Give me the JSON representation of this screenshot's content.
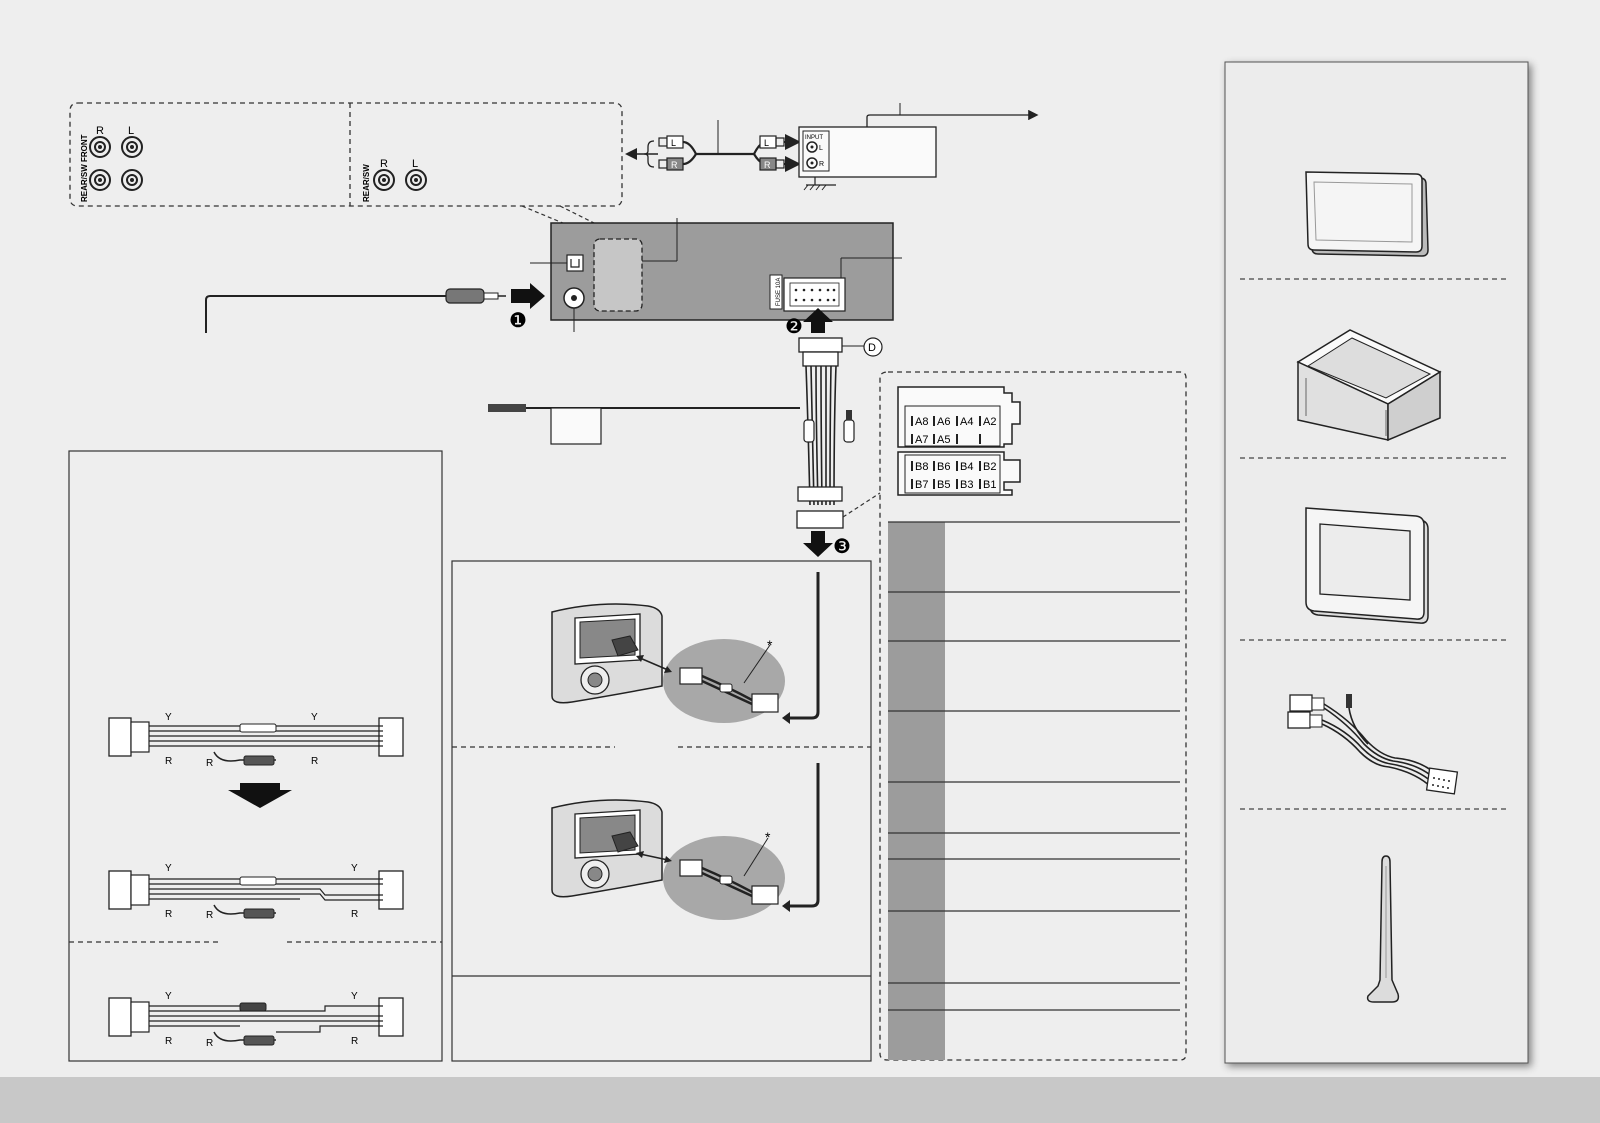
{
  "colors": {
    "background": "#eeeeee",
    "unit_fill": "#9c9c9c",
    "table_column": "#9c9c9c",
    "line": "#222222",
    "accessory_panel": "#ececec",
    "bottom_band": "#c8c8c8"
  },
  "rca_panel": {
    "left_label": "REAR/SW FRONT",
    "right_label": "REAR/SW",
    "r": "R",
    "l": "L"
  },
  "amp": {
    "input_label": "INPUT",
    "l": "L",
    "r": "R"
  },
  "plugs": {
    "l": "L",
    "r": "R"
  },
  "unit": {
    "fuse_label": "FUSE 10A"
  },
  "steps": {
    "one": "❶",
    "two": "❷",
    "three": "❸"
  },
  "connector_d": "D",
  "iso": {
    "row_a1": [
      "A8",
      "A6",
      "A4",
      "A2"
    ],
    "row_a2": [
      "A7",
      "A5",
      "",
      ""
    ],
    "row_b1": [
      "B8",
      "B6",
      "B4",
      "B2"
    ],
    "row_b2": [
      "B7",
      "B5",
      "B3",
      "B1"
    ]
  },
  "harness": {
    "y": "Y",
    "r": "R"
  },
  "car": {
    "asterisk": "*"
  },
  "icons": [
    "trim-plate-icon",
    "mounting-sleeve-icon",
    "face-frame-icon",
    "wiring-harness-icon",
    "removal-tool-icon"
  ]
}
